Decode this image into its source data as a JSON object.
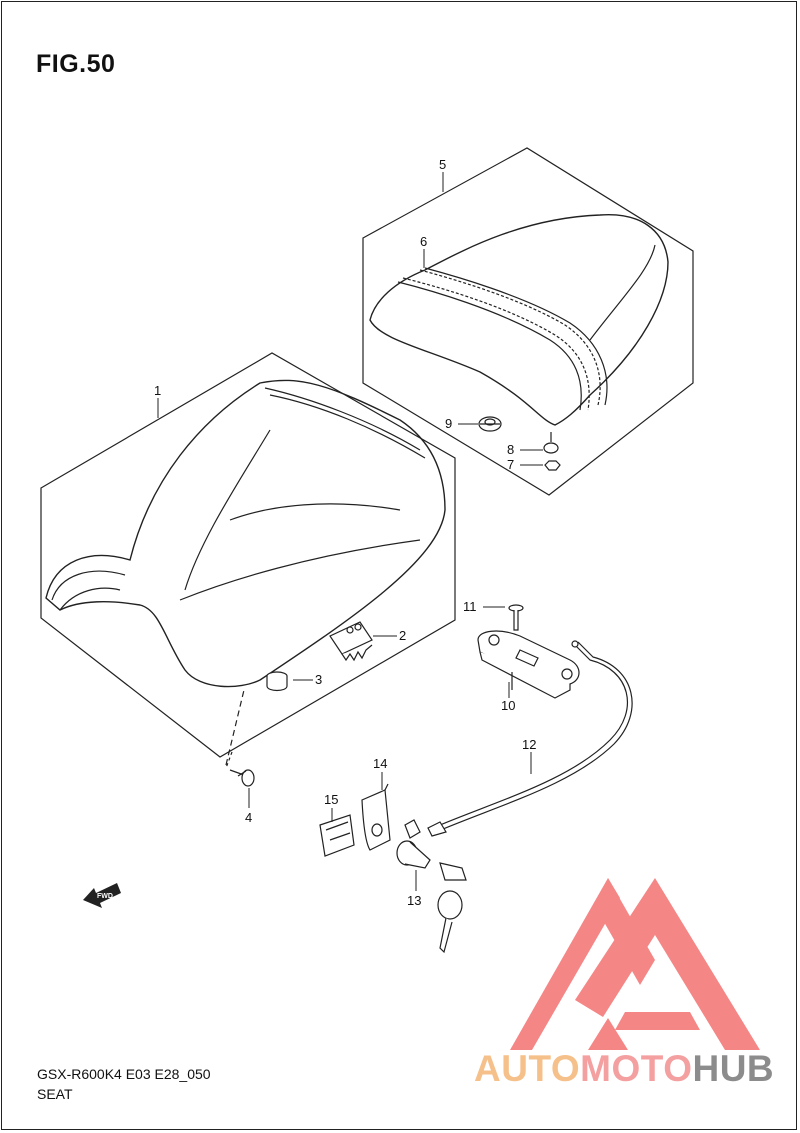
{
  "figure": {
    "title": "FIG.50"
  },
  "parts": [
    {
      "no": "1"
    },
    {
      "no": "2"
    },
    {
      "no": "3"
    },
    {
      "no": "4"
    },
    {
      "no": "5"
    },
    {
      "no": "6"
    },
    {
      "no": "7"
    },
    {
      "no": "8"
    },
    {
      "no": "9"
    },
    {
      "no": "10"
    },
    {
      "no": "11"
    },
    {
      "no": "12"
    },
    {
      "no": "13"
    },
    {
      "no": "14"
    },
    {
      "no": "15"
    }
  ],
  "fwd_arrow": {
    "label": "FWD"
  },
  "footer": {
    "model_code": "GSX-R600K4 E03 E28_050",
    "section": "SEAT"
  },
  "watermark": {
    "parts": [
      "AUTO",
      "MOTO",
      "HUB"
    ],
    "colors": {
      "auto": "#f6c08a",
      "moto": "#f4a0a0",
      "hub": "#8c8c8c",
      "logo": "#f47a7a"
    }
  }
}
